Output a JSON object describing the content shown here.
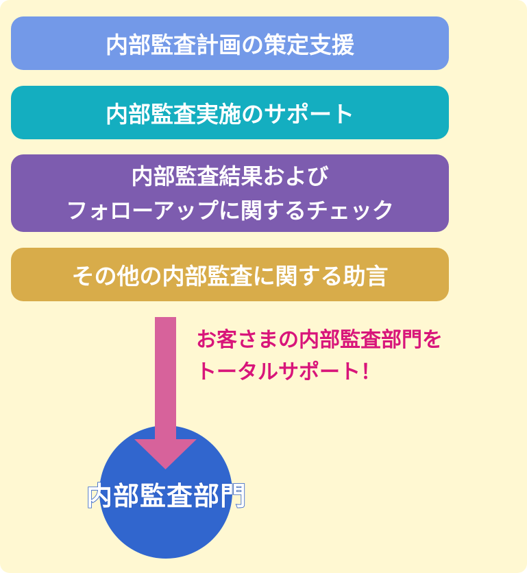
{
  "services": [
    {
      "lines": [
        "内部監査計画の策定支援"
      ],
      "color": "#7399e8"
    },
    {
      "lines": [
        "内部監査実施のサポート"
      ],
      "color": "#14aec0"
    },
    {
      "lines": [
        "内部監査結果および",
        "フォローアップに関するチェック"
      ],
      "color": "#7d5caf"
    },
    {
      "lines": [
        "その他の内部監査に関する助言"
      ],
      "color": "#d8ac4a"
    }
  ],
  "callout": {
    "lines": [
      "お客さまの内部監査部門を",
      "トータルサポート！"
    ],
    "color": "#d8157a"
  },
  "target": {
    "label": "内部監査部門",
    "color": "#3166ce"
  },
  "arrow_color": "#d7629b",
  "background_color": "#fff8d2"
}
